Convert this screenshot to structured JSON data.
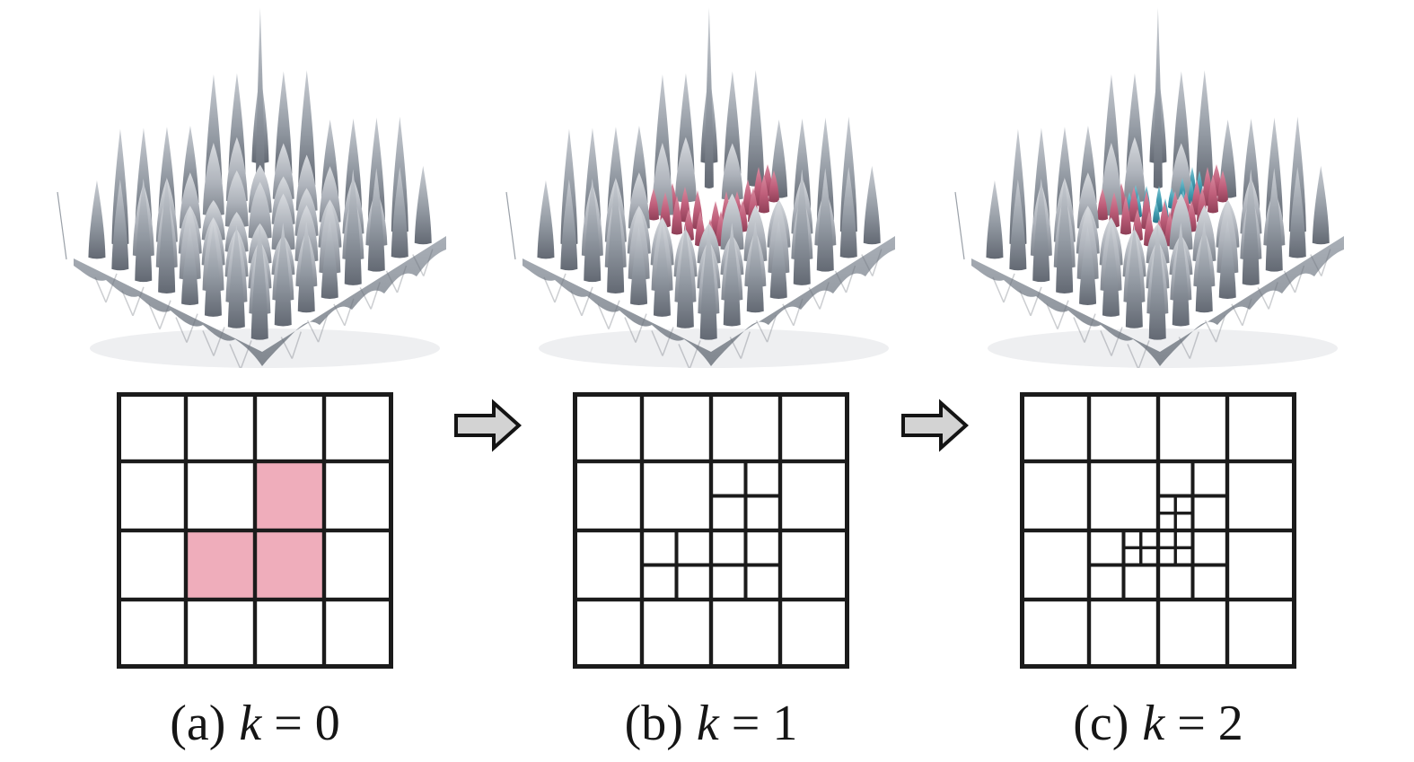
{
  "background": "#ffffff",
  "colors": {
    "grid_line": "#1b1b1b",
    "pink_cell_fill": "#efadbb",
    "arrow_fill": "#d3d3d3",
    "arrow_border": "#141414",
    "caption_text": "#151515",
    "surface_gray_light": "#d8dbdf",
    "surface_gray_mid": "#aeb3bb",
    "surface_gray_dark": "#7e848d",
    "surface_edge_light": "#c9cdd3",
    "surface_edge_mid": "#939aa3",
    "surface_edge_dark": "#636973",
    "pink_bump_light": "#d98da1",
    "pink_bump_mid": "#c05f7b",
    "pink_bump_dark": "#8e3f57",
    "teal_bump_light": "#82c7d5",
    "teal_bump_mid": "#459fb3",
    "teal_bump_dark": "#27768a",
    "skirt_light": "#a9afb7",
    "skirt_dark": "#81878f",
    "shadow": "#eeeff1"
  },
  "panels": [
    {
      "id": "a",
      "caption": {
        "index": "(a)",
        "variable": "k",
        "equals": "=",
        "value": "0"
      },
      "surface": {
        "highlights": []
      },
      "grid": {
        "rows": 4,
        "cols": 4,
        "filled_cells": [
          [
            1,
            2
          ],
          [
            2,
            1
          ],
          [
            2,
            2
          ]
        ],
        "refined_cells": [],
        "refined_subcells": []
      }
    },
    {
      "id": "b",
      "caption": {
        "index": "(b)",
        "variable": "k",
        "equals": "=",
        "value": "1"
      },
      "surface": {
        "highlights": [
          "pink"
        ]
      },
      "grid": {
        "rows": 4,
        "cols": 4,
        "filled_cells": [],
        "refined_cells": [
          [
            1,
            2
          ],
          [
            2,
            1
          ],
          [
            2,
            2
          ]
        ],
        "refined_subcells": []
      }
    },
    {
      "id": "c",
      "caption": {
        "index": "(c)",
        "variable": "k",
        "equals": "=",
        "value": "2"
      },
      "surface": {
        "highlights": [
          "pink",
          "teal"
        ]
      },
      "grid": {
        "rows": 4,
        "cols": 4,
        "filled_cells": [],
        "refined_cells": [
          [
            1,
            2
          ],
          [
            2,
            1
          ],
          [
            2,
            2
          ]
        ],
        "refined_subcells": [
          [
            1,
            2,
            1,
            0
          ],
          [
            2,
            1,
            0,
            1
          ],
          [
            2,
            2,
            0,
            0
          ]
        ]
      }
    }
  ],
  "arrows": [
    {
      "icon": "arrow-right-icon"
    },
    {
      "icon": "arrow-right-icon"
    }
  ]
}
